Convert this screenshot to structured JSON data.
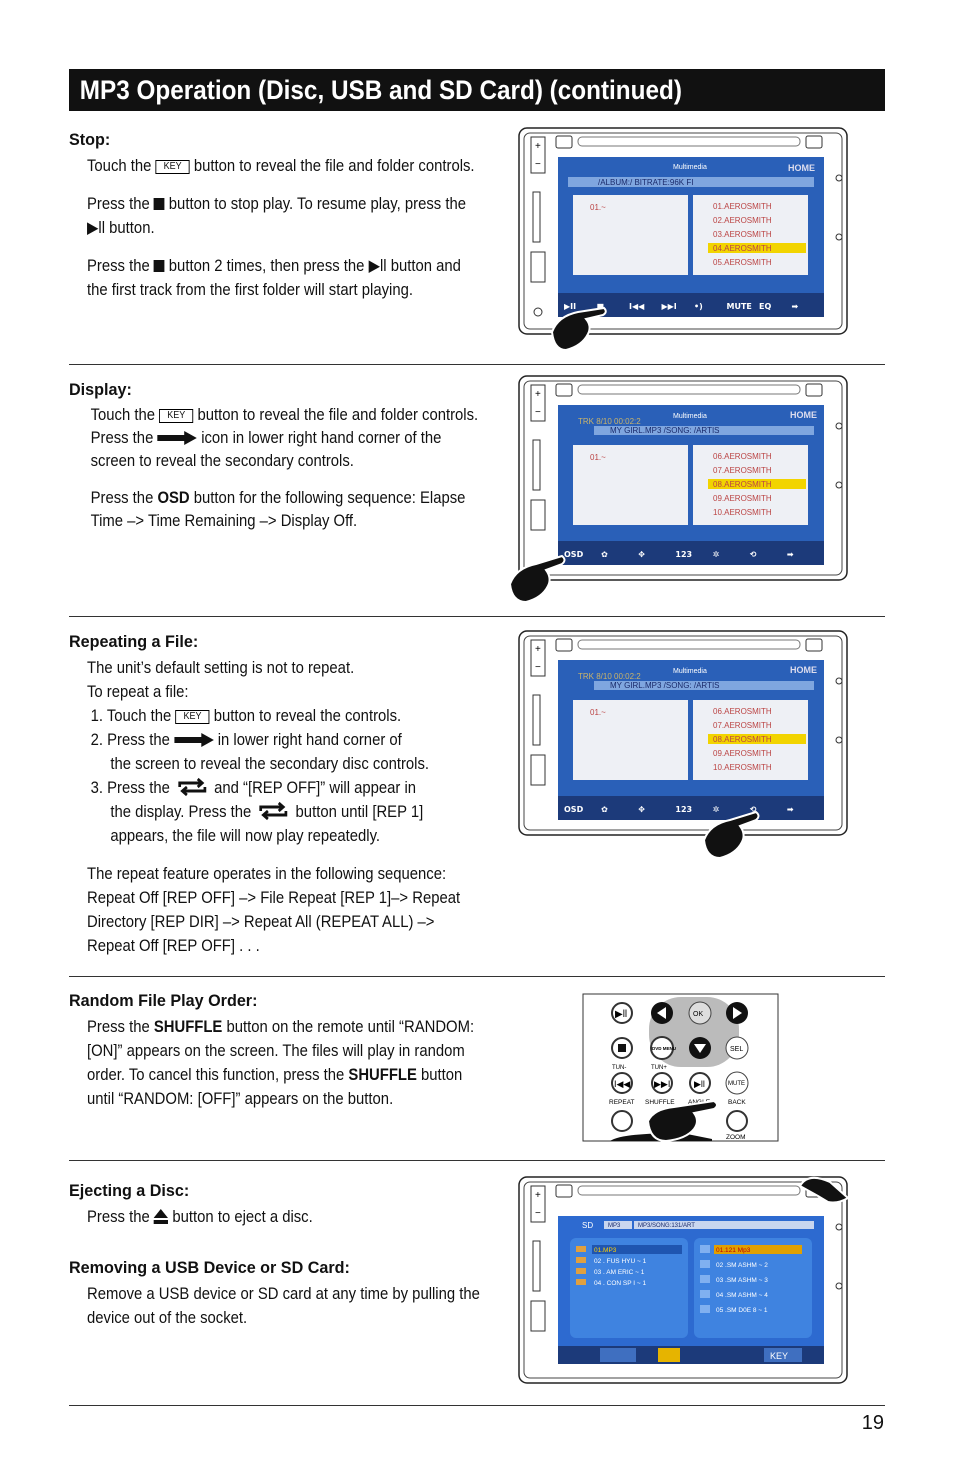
{
  "page_title": "MP3 Operation (Disc, USB and SD Card) (continued)",
  "page_number": "19",
  "sections": {
    "stop": {
      "heading": "Stop:",
      "p1_a": "Touch the",
      "key": "KEY",
      "p1_b": "button to reveal the file and folder controls.",
      "p2_a": "Press the",
      "p2_b": "button to stop play. To resume play, press the",
      "p2_c": "button.",
      "p3_a": "Press the",
      "p3_b": "button 2 times, then press the",
      "p3_c": "button and the first track from the first folder will start playing."
    },
    "display": {
      "heading": "Display:",
      "p1_a": "Touch the",
      "key": "KEY",
      "p1_b": "button to reveal the file and folder controls. Press the",
      "p1_c": "icon in lower right hand corner of the screen to reveal the secondary controls.",
      "p2_a": "Press the",
      "p2_bold": "OSD",
      "p2_b": "button for the following sequence: Elapse Time –> Time Remaining –> Display Off."
    },
    "repeat": {
      "heading": "Repeating a File:",
      "l1": "The unit’s default setting is not to repeat.",
      "l2": "To repeat a file:",
      "s1_a": "1. Touch the",
      "key": "KEY",
      "s1_b": "button to reveal the controls.",
      "s2_a": "2. Press the",
      "s2_b": "in lower right hand corner of",
      "s2_c": "the screen to reveal the secondary disc controls.",
      "s3_a": "3. Press the",
      "s3_b": "and “[REP OFF]” will appear in",
      "s3_c": "the display. Press the",
      "s3_d": "button until [REP 1]",
      "s3_e": "appears, the file will now play repeatedly.",
      "p_seq": "The repeat feature operates in the following sequence: Repeat Off [REP OFF] –> File Repeat [REP 1]–> Repeat Directory [REP DIR] –> Repeat All (REPEAT ALL) –> Repeat Off  [REP OFF] . . ."
    },
    "random": {
      "heading": "Random File Play Order:",
      "a": "Press the",
      "bold1": "SHUFFLE",
      "b": "button on the remote until “RANDOM: [ON]” appears on the screen. The files will play in random order. To cancel this function, press the",
      "bold2": "SHUFFLE",
      "c": "button until “RANDOM: [OFF]” appears on the button."
    },
    "eject": {
      "heading": "Ejecting a Disc:",
      "a": "Press the",
      "b": "button to eject a disc."
    },
    "remove": {
      "heading": "Removing a USB Device or SD Card:",
      "text": "Remove a USB device or SD card at any time by pulling the device out of the socket."
    }
  },
  "screens": {
    "s1": {
      "header": "Multimedia",
      "home": "HOME",
      "path": "/ALBUM:/ BITRATE:96K FI",
      "folder": "01.~",
      "files": [
        "01.AEROSMITH",
        "02.AEROSMITH",
        "03.AEROSMITH",
        "04.AEROSMITH",
        "05.AEROSMITH"
      ],
      "selected": 3,
      "controls": [
        "▶II",
        "■",
        "I◀◀",
        "▶▶I",
        "•)",
        "MUTE",
        "EQ",
        "➡"
      ]
    },
    "s2": {
      "header": "Multimedia",
      "home": "HOME",
      "trk": "TRK  8/10        00:02:2",
      "path": "MY GIRL.MP3 /SONG: /ARTIS",
      "folder": "01.~",
      "files": [
        "06.AEROSMITH",
        "07.AEROSMITH",
        "08.AEROSMITH",
        "09.AEROSMITH",
        "10.AEROSMITH"
      ],
      "selected": 2,
      "controls": [
        "OSD",
        "✿",
        "✥",
        "123",
        "✲",
        "⟲",
        "➡"
      ]
    },
    "s3": {
      "header": "Multimedia",
      "home": "HOME",
      "trk": "TRK  8/10        00:02:2",
      "path": "MY GIRL.MP3 /SONG: /ARTIS",
      "folder": "01.~",
      "files": [
        "06.AEROSMITH",
        "07.AEROSMITH",
        "08.AEROSMITH",
        "09.AEROSMITH",
        "10.AEROSMITH"
      ],
      "selected": 2,
      "controls": [
        "OSD",
        "✿",
        "✥",
        "123",
        "✲",
        "⟲",
        "➡"
      ]
    },
    "s4": {
      "sd": "SD",
      "mp3": "MP3",
      "path": "MP3/SONG:131/ART",
      "left": [
        "01.MP3",
        "02  . FUS HYU  ~  1",
        "03  . AM ERIC  ~  1",
        "04  . CON  SP I  ~  1"
      ],
      "right": [
        "01.121  Mp3",
        "02  .SM ASHM  ~  2",
        "03  .SM ASHM  ~  3",
        "04  .SM ASHM  ~  4",
        "05  .SM D0E  8  ~  1"
      ],
      "key": "KEY"
    },
    "remote": {
      "ok": "OK",
      "dvd_menu": "DVD MENU",
      "sel": "SEL",
      "tun_minus": "TUN-",
      "tun_plus": "TUN+",
      "mute": "MUTE",
      "repeat": "REPEAT",
      "shuffle": "SHUFFLE",
      "angle": "ANGLE",
      "back": "BACK",
      "zoom": "ZOOM"
    }
  },
  "colors": {
    "banner": "#111111",
    "screen_bg": "#1f4fa8",
    "highlight": "#f2d400"
  }
}
